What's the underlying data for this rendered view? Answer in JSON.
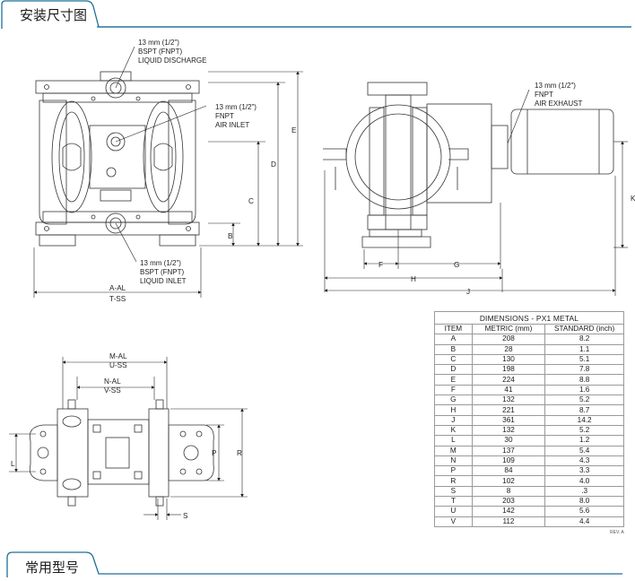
{
  "sections": {
    "install": "安装尺寸图",
    "models": "常用型号"
  },
  "callouts": {
    "discharge": [
      "13 mm (1/2\")",
      "BSPT (FNPT)",
      "LIQUID DISCHARGE"
    ],
    "air_inlet": [
      "13 mm (1/2\")",
      "FNPT",
      "AIR INLET"
    ],
    "liquid_inlet": [
      "13 mm (1/2\")",
      "BSPT (FNPT)",
      "LIQUID INLET"
    ],
    "air_exhaust": [
      "13 mm (1/2\")",
      "FNPT",
      "AIR EXHAUST"
    ]
  },
  "dim_labels": {
    "A": "A-AL",
    "T": "T-SS",
    "B": "B",
    "C": "C",
    "D": "D",
    "E": "E",
    "F": "F",
    "G": "G",
    "H": "H",
    "J": "J",
    "K": "K",
    "M": "M-AL",
    "U": "U-SS",
    "N": "N-AL",
    "V": "V-SS",
    "L": "L",
    "P": "P",
    "R": "R",
    "S": "S"
  },
  "table": {
    "caption": "DIMENSIONS - PX1 METAL",
    "headers": [
      "ITEM",
      "METRIC (mm)",
      "STANDARD (inch)"
    ],
    "rows": [
      [
        "A",
        "208",
        "8.2"
      ],
      [
        "B",
        "28",
        "1.1"
      ],
      [
        "C",
        "130",
        "5.1"
      ],
      [
        "D",
        "198",
        "7.8"
      ],
      [
        "E",
        "224",
        "8.8"
      ],
      [
        "F",
        "41",
        "1.6"
      ],
      [
        "G",
        "132",
        "5.2"
      ],
      [
        "H",
        "221",
        "8.7"
      ],
      [
        "J",
        "361",
        "14.2"
      ],
      [
        "K",
        "132",
        "5.2"
      ],
      [
        "L",
        "30",
        "1.2"
      ],
      [
        "M",
        "137",
        "5.4"
      ],
      [
        "N",
        "109",
        "4.3"
      ],
      [
        "P",
        "84",
        "3.3"
      ],
      [
        "R",
        "102",
        "4.0"
      ],
      [
        "S",
        "8",
        ".3"
      ],
      [
        "T",
        "203",
        "8.0"
      ],
      [
        "U",
        "142",
        "5.6"
      ],
      [
        "V",
        "112",
        "4.4"
      ]
    ],
    "rev": "REV. A"
  },
  "colors": {
    "accent": "#1f6f96",
    "line": "#333333",
    "table_border": "#9a9a9a"
  }
}
